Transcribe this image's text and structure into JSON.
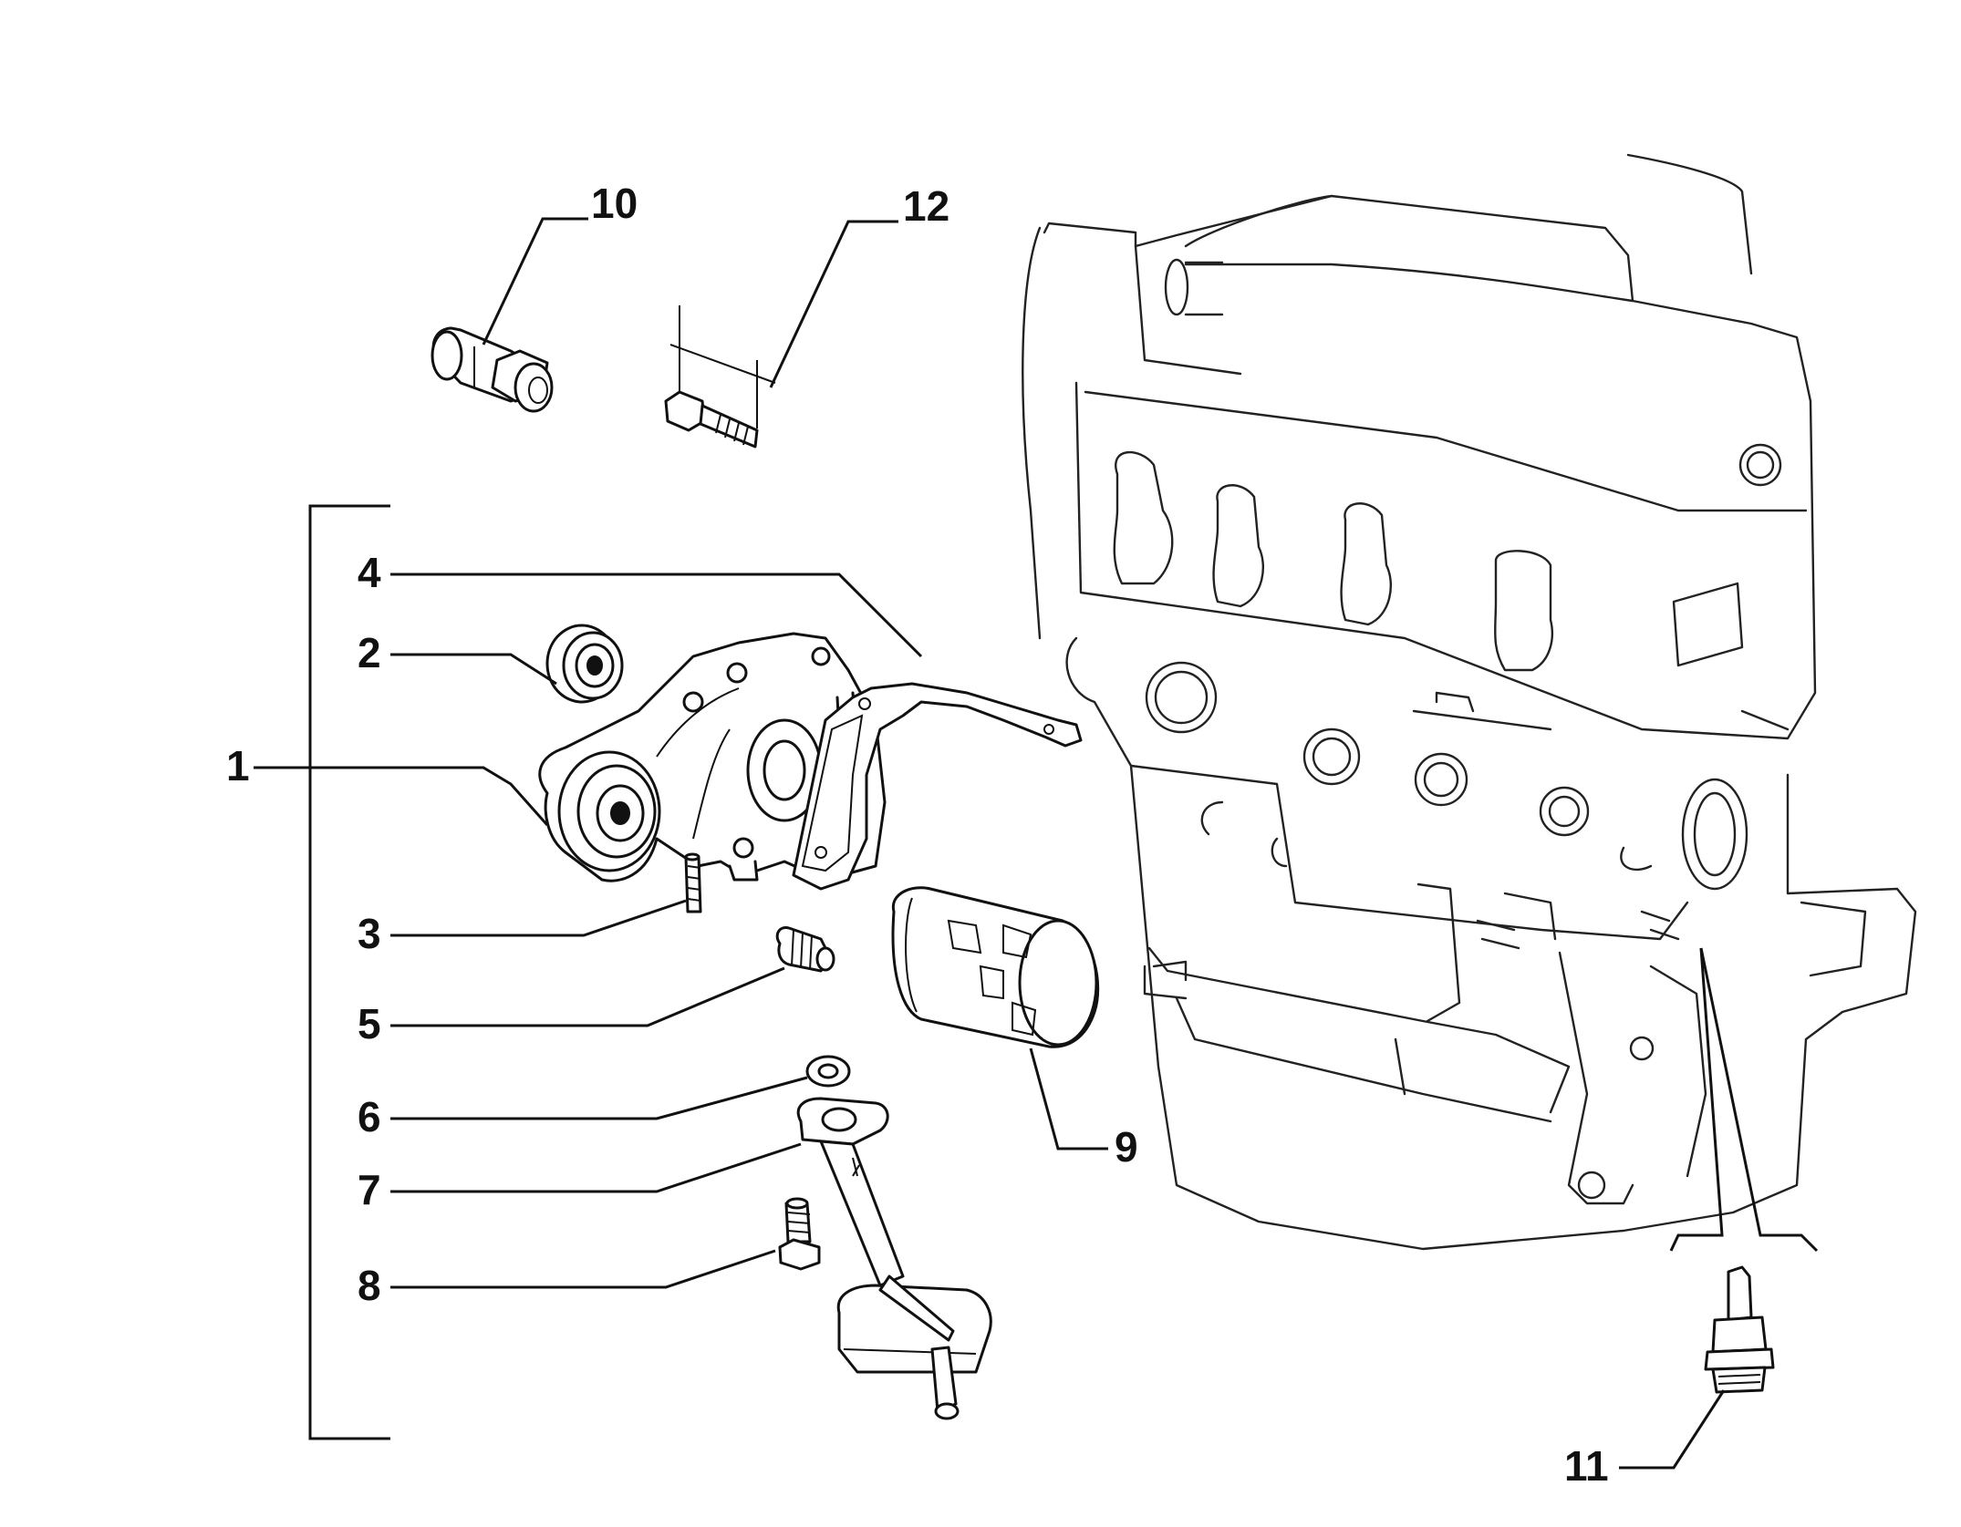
{
  "diagram": {
    "callouts": [
      {
        "id": "c1",
        "number": "1"
      },
      {
        "id": "c2",
        "number": "2"
      },
      {
        "id": "c3",
        "number": "3"
      },
      {
        "id": "c4",
        "number": "4"
      },
      {
        "id": "c5",
        "number": "5"
      },
      {
        "id": "c6",
        "number": "6"
      },
      {
        "id": "c7",
        "number": "7"
      },
      {
        "id": "c8",
        "number": "8"
      },
      {
        "id": "c9",
        "number": "9"
      },
      {
        "id": "c10",
        "number": "10"
      },
      {
        "id": "c11",
        "number": "11"
      },
      {
        "id": "c12",
        "number": "12"
      }
    ],
    "parts": [
      {
        "callout": "1",
        "icon": "oil-pump-assembly-icon"
      },
      {
        "callout": "2",
        "icon": "seal-ring-icon"
      },
      {
        "callout": "3",
        "icon": "stud-icon"
      },
      {
        "callout": "4",
        "icon": "gasket-icon"
      },
      {
        "callout": "5",
        "icon": "threaded-plug-icon"
      },
      {
        "callout": "6",
        "icon": "washer-icon"
      },
      {
        "callout": "7",
        "icon": "oil-strainer-pickup-icon"
      },
      {
        "callout": "8",
        "icon": "bolt-icon"
      },
      {
        "callout": "9",
        "icon": "oil-filter-icon"
      },
      {
        "callout": "10",
        "icon": "oil-pressure-sender-icon"
      },
      {
        "callout": "11",
        "icon": "sensor-icon"
      },
      {
        "callout": "12",
        "icon": "screw-icon"
      }
    ],
    "background": "engine-block-icon",
    "colors": {
      "ink": "#111111",
      "paper": "#ffffff"
    }
  }
}
